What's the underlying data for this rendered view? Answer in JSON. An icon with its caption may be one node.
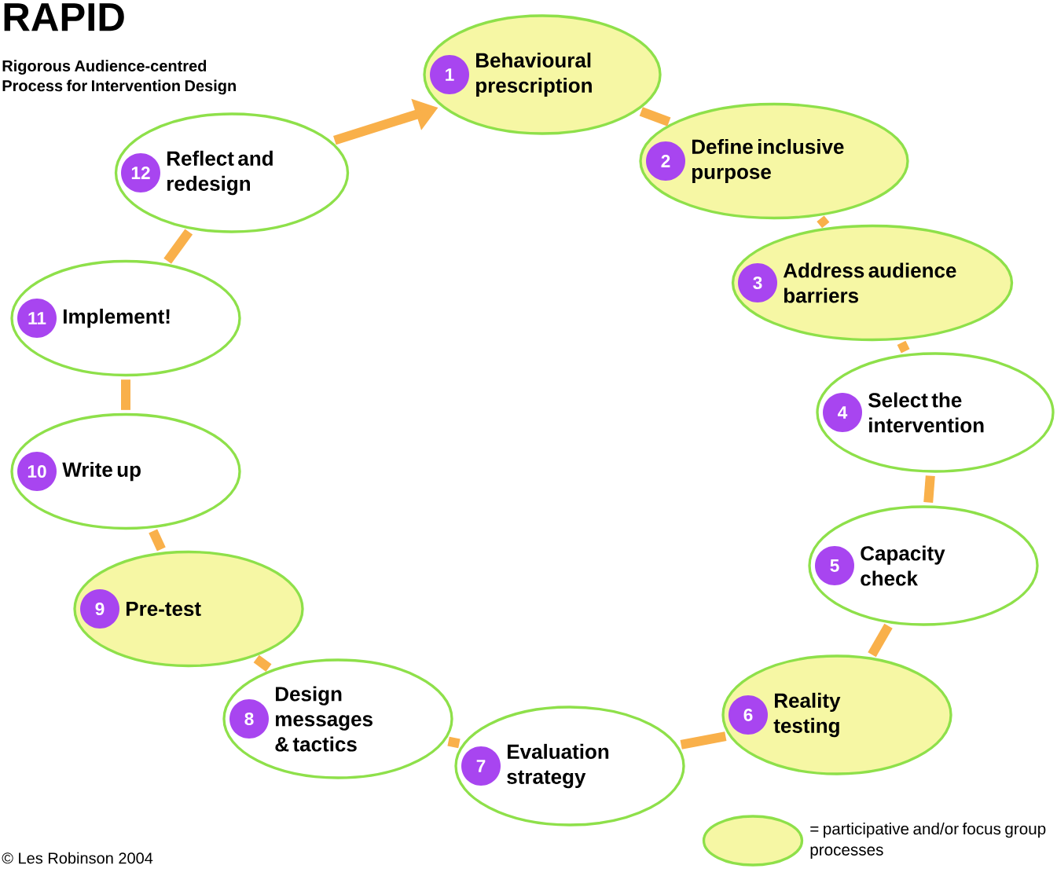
{
  "diagram": {
    "title": "RAPID",
    "caption": "Rigorous Audience-centred Process for Intervention Design",
    "nodes": [
      {
        "text": [
          "1",
          "Behavioural prescription"
        ]
      },
      {
        "text": [
          "2",
          "Define inclusive purpose"
        ]
      },
      {
        "text": [
          "3",
          "Address audience barriers"
        ]
      },
      {
        "text": [
          "4",
          "Select the intervention"
        ]
      },
      {
        "text": [
          "5",
          "Capacity check"
        ]
      },
      {
        "text": [
          "6",
          "Reality testing"
        ]
      },
      {
        "text": [
          "7",
          "Evaluation strategy"
        ]
      },
      {
        "text": [
          "8",
          "Design messages & tactics"
        ]
      },
      {
        "text": [
          "9",
          "Pre-test"
        ]
      },
      {
        "text": [
          "10",
          "Write up"
        ]
      },
      {
        "text": [
          "11",
          "Implement!"
        ]
      },
      {
        "text": [
          "12",
          "Reflect and redesign"
        ]
      }
    ],
    "edges": [
      {
        "from": 0,
        "to": 1,
        "arrow": "none"
      },
      {
        "from": 1,
        "to": 2,
        "arrow": "none"
      },
      {
        "from": 2,
        "to": 3,
        "arrow": "none"
      },
      {
        "from": 3,
        "to": 4,
        "arrow": "none"
      },
      {
        "from": 4,
        "to": 5,
        "arrow": "none"
      },
      {
        "from": 5,
        "to": 6,
        "arrow": "none"
      },
      {
        "from": 6,
        "to": 7,
        "arrow": "none"
      },
      {
        "from": 7,
        "to": 8,
        "arrow": "none"
      },
      {
        "from": 8,
        "to": 9,
        "arrow": "none"
      },
      {
        "from": 9,
        "to": 10,
        "arrow": "none"
      },
      {
        "from": 10,
        "to": 11,
        "arrow": "none"
      },
      {
        "from": 11,
        "to": 0,
        "arrow": "to"
      }
    ],
    "labels": [
      "© Les Robinson 2004"
    ],
    "legend": [
      {
        "text": "= participative and/or focus group processes",
        "color": "#f6f7a4"
      }
    ]
  }
}
